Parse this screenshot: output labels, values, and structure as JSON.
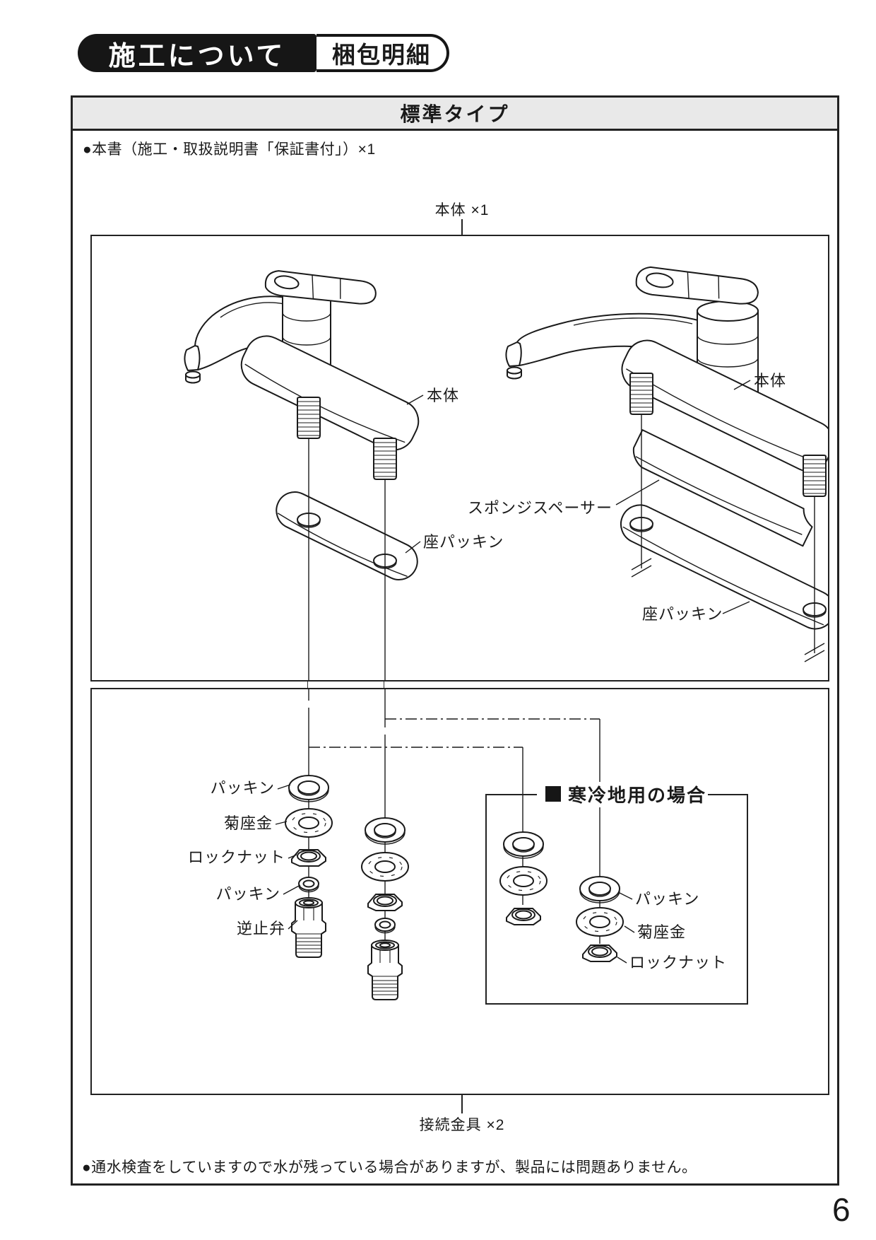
{
  "header": {
    "section_badge": "施工について",
    "sub_badge": "梱包明細"
  },
  "box": {
    "title": "標準タイプ",
    "included_note": "●本書（施工・取扱説明書「保証書付」）×1",
    "body_count_label": "本体 ×1",
    "fittings_count_label": "接続金具 ×2",
    "water_note": "●通水検査をしていますので水が残っている場合がありますが、製品には問題ありません。"
  },
  "diagram_body": {
    "left_body_label": "本体",
    "left_seat_packing_label": "座パッキン",
    "right_body_label": "本体",
    "sponge_spacer_label": "スポンジスペーサー",
    "right_seat_packing_label": "座パッキン"
  },
  "diagram_fittings": {
    "packing_label": "パッキン",
    "washer_label": "菊座金",
    "locknut_label": "ロックナット",
    "packing2_label": "パッキン",
    "check_valve_label": "逆止弁",
    "cold_region": {
      "title": "寒冷地用の場合",
      "packing_label": "パッキン",
      "washer_label": "菊座金",
      "locknut_label": "ロックナット"
    }
  },
  "page_number": "6"
}
